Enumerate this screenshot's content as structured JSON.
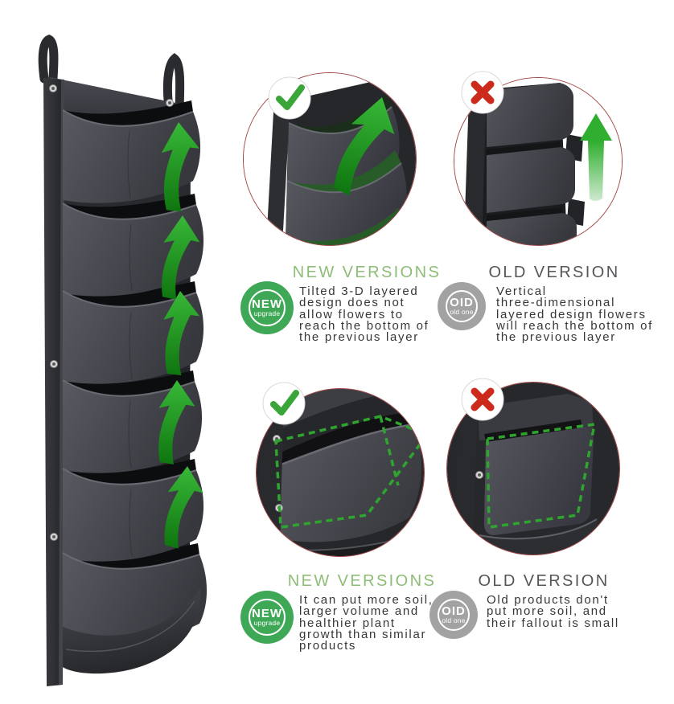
{
  "page": {
    "background": "#ffffff"
  },
  "colors": {
    "heading_new": "#8dbd77",
    "heading_old": "#55565a",
    "body_text": "#373737",
    "badge_new_bg": "#3fa857",
    "badge_old_bg": "#a2a2a2",
    "photo_ring": "#a34545",
    "check_green": "#3aa63a",
    "cross_red": "#cc2a1a",
    "arrow_green_light": "#35b435",
    "arrow_green_dark": "#0e6f0e"
  },
  "left_product": {
    "icon": "vertical-garden-planter-photo",
    "pockets": 6,
    "arrows": 5
  },
  "comparisons": [
    {
      "new": {
        "heading": "NEW VERSIONS",
        "badge_line1": "NEW",
        "badge_line2": "upgrade",
        "lines": [
          "Tilted 3-D layered",
          "design does not",
          "allow flowers to",
          "reach the bottom of",
          "the previous layer"
        ]
      },
      "old": {
        "heading": "OLD VERSION",
        "badge_line1": "OID",
        "badge_line2": "old one",
        "lines": [
          "Vertical",
          "three-dimensional",
          "layered design flowers",
          "will reach the bottom of",
          "the previous layer"
        ]
      }
    },
    {
      "new": {
        "heading": "NEW VERSIONS",
        "badge_line1": "NEW",
        "badge_line2": "upgrade",
        "lines": [
          "It can put more soil,",
          "larger volume and",
          "healthier plant",
          "growth than similar",
          "products"
        ]
      },
      "old": {
        "heading": "OLD VERSION",
        "badge_line1": "OID",
        "badge_line2": "old one",
        "lines": [
          "Old products don't",
          "put more soil, and",
          "their fallout is small"
        ]
      }
    }
  ]
}
